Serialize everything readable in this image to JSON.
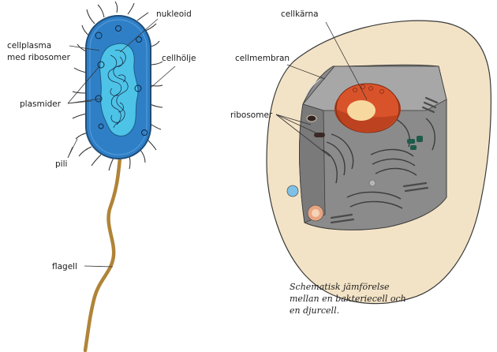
{
  "labels": {
    "nucleoid": "nukleoid",
    "cytoplasm_line1": "cellplasma",
    "cytoplasm_line2": "med ribosomer",
    "cell_wall": "cellhölje",
    "plasmids": "plasmider",
    "pili": "pili",
    "flagellum": "flagell",
    "nucleus": "cellkärna",
    "cell_membrane": "cellmembran",
    "ribosomes": "ribosomer"
  },
  "caption": {
    "line1": "Schematisk jämförelse",
    "line2": "mellan en bakteriecell och",
    "line3": "en djurcell."
  },
  "colors": {
    "bacterium_fill": "#2f7fc6",
    "bacterium_outline": "#1f4d7a",
    "nucleoid_fill": "#4ec3e8",
    "flagellum": "#b08438",
    "animal_cell_outer": "#f3e3c6",
    "animal_cell_gray": "#8b8b8b",
    "nucleus_fill": "#d9532a",
    "nucleolus_fill": "#f7d9a0"
  }
}
